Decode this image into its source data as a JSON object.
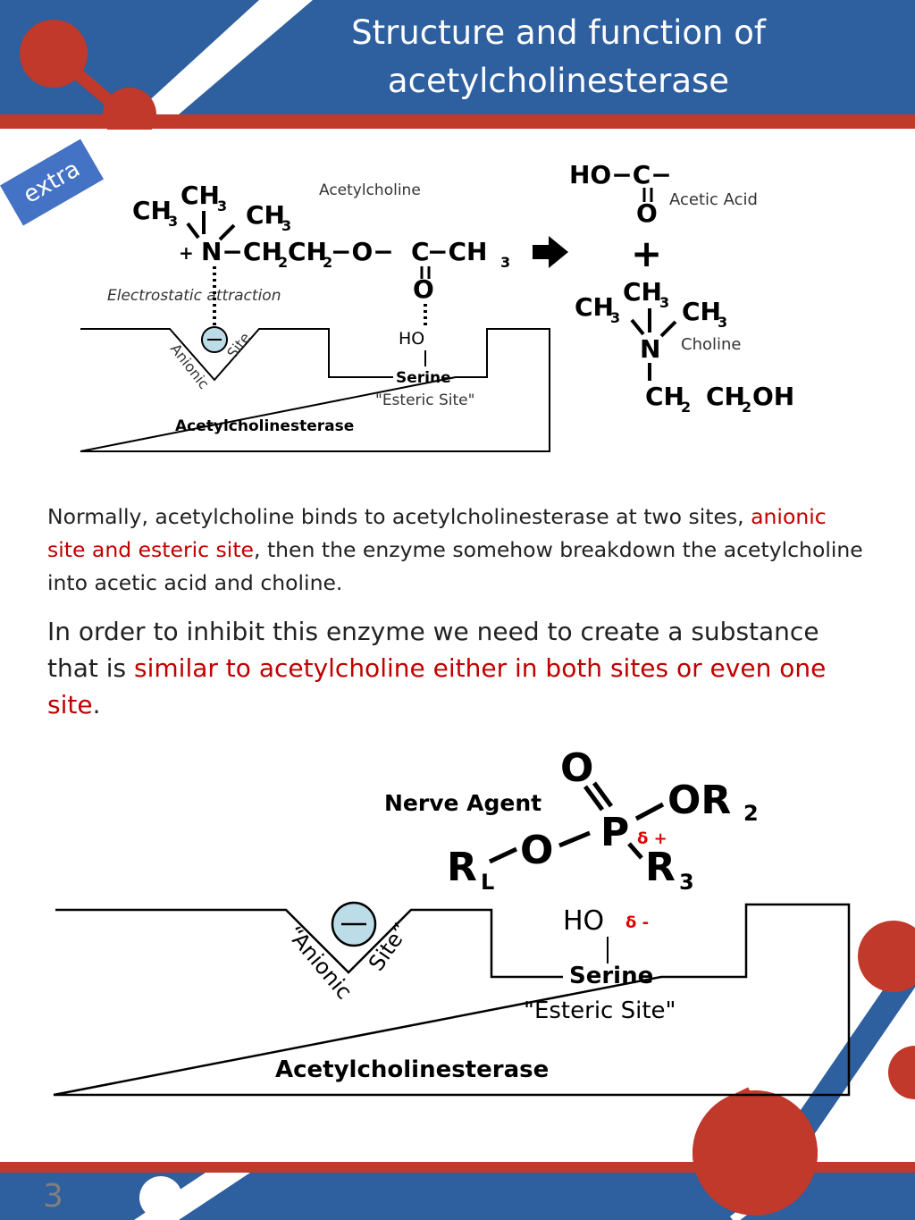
{
  "slide": {
    "title_line1": "Structure and function of",
    "title_line2": "acetylcholinesterase",
    "tag": "extra",
    "page_number": "3"
  },
  "diagram1": {
    "acetylcholine_label": "Acetylcholine",
    "electrostatic_label": "Electrostatic attraction",
    "anionic_label": "Anionic",
    "site_label": "Site",
    "ho_label": "HO",
    "serine_label": "Serine",
    "esteric_label": "\"Esteric Site\"",
    "enzyme_label": "Acetylcholinesterase",
    "acetic_acid_label": "Acetic Acid",
    "choline_label": "Choline"
  },
  "text": {
    "para1_part1": "Normally, acetylcholine binds to acetylcholinesterase at two sites, ",
    "para1_highlight": "anionic site and esteric site",
    "para1_part2": ", then the enzyme somehow breakdown the acetylcholine into acetic acid and choline.",
    "para2_part1": "In order to inhibit this enzyme we need to create a substance that is ",
    "para2_highlight": "similar to acetylcholine either in both sites or even one site",
    "para2_part2": "."
  },
  "diagram2": {
    "nerve_agent_label": "Nerve Agent",
    "delta_plus": "δ +",
    "delta_minus": "δ -",
    "ho_label": "HO",
    "anionic_site_label": "“Anionic",
    "site_label": "Site”",
    "serine_label": "Serine",
    "esteric_label": "\"Esteric Site\"",
    "enzyme_label": "Acetylcholinesterase"
  },
  "colors": {
    "header_blue": "#2e5f9e",
    "accent_red": "#c0392b",
    "highlight_red": "#c00000",
    "ribbon_blue": "#4472c4"
  }
}
